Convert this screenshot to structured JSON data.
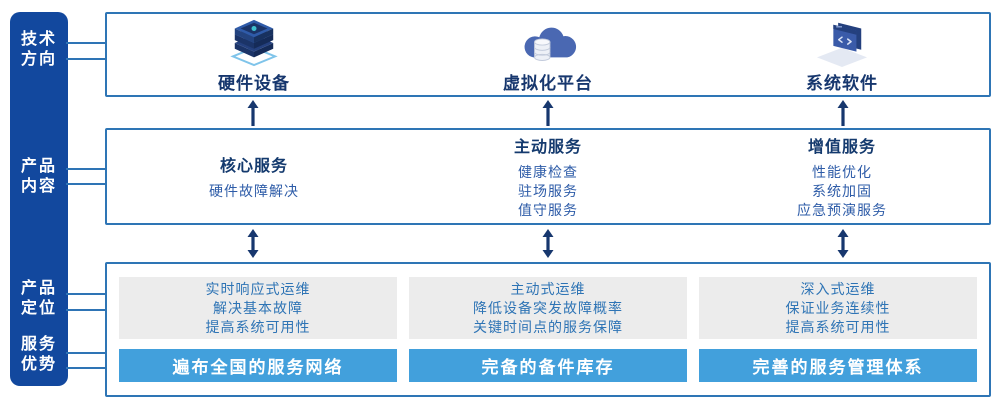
{
  "sidebar": {
    "items": [
      {
        "lines": [
          "技术",
          "方向"
        ]
      },
      {
        "lines": [
          "产品",
          "内容"
        ]
      },
      {
        "lines": [
          "产品",
          "定位"
        ]
      },
      {
        "lines": [
          "服务",
          "优势"
        ]
      }
    ]
  },
  "tech_row": {
    "items": [
      {
        "icon": "server-stack-icon",
        "label": "硬件设备"
      },
      {
        "icon": "cloud-database-icon",
        "label": "虚拟化平台"
      },
      {
        "icon": "code-window-icon",
        "label": "系统软件"
      }
    ]
  },
  "service_row": {
    "columns": [
      {
        "title": "核心服务",
        "items": [
          "硬件故障解决"
        ]
      },
      {
        "title": "主动服务",
        "items": [
          "健康检查",
          "驻场服务",
          "值守服务"
        ]
      },
      {
        "title": "增值服务",
        "items": [
          "性能优化",
          "系统加固",
          "应急预演服务"
        ]
      }
    ]
  },
  "position_row": {
    "columns": [
      {
        "points": [
          "实时响应式运维",
          "解决基本故障",
          "提高系统可用性"
        ],
        "banner": "遍布全国的服务网络"
      },
      {
        "points": [
          "主动式运维",
          "降低设备突发故障概率",
          "关键时间点的服务保障"
        ],
        "banner": "完备的备件库存"
      },
      {
        "points": [
          "深入式运维",
          "保证业务连续性",
          "提高系统可用性"
        ],
        "banner": "完善的服务管理体系"
      }
    ]
  },
  "colors": {
    "sidebar_bg": "#12489E",
    "box_border": "#2E75B5",
    "title_text": "#17376E",
    "item_text": "#2E5CA8",
    "card_bg": "#ECECEC",
    "card_text": "#2E74B5",
    "banner_bg": "#42A0DC",
    "banner_text": "#FFFFFF",
    "arrow": "#17376E"
  }
}
